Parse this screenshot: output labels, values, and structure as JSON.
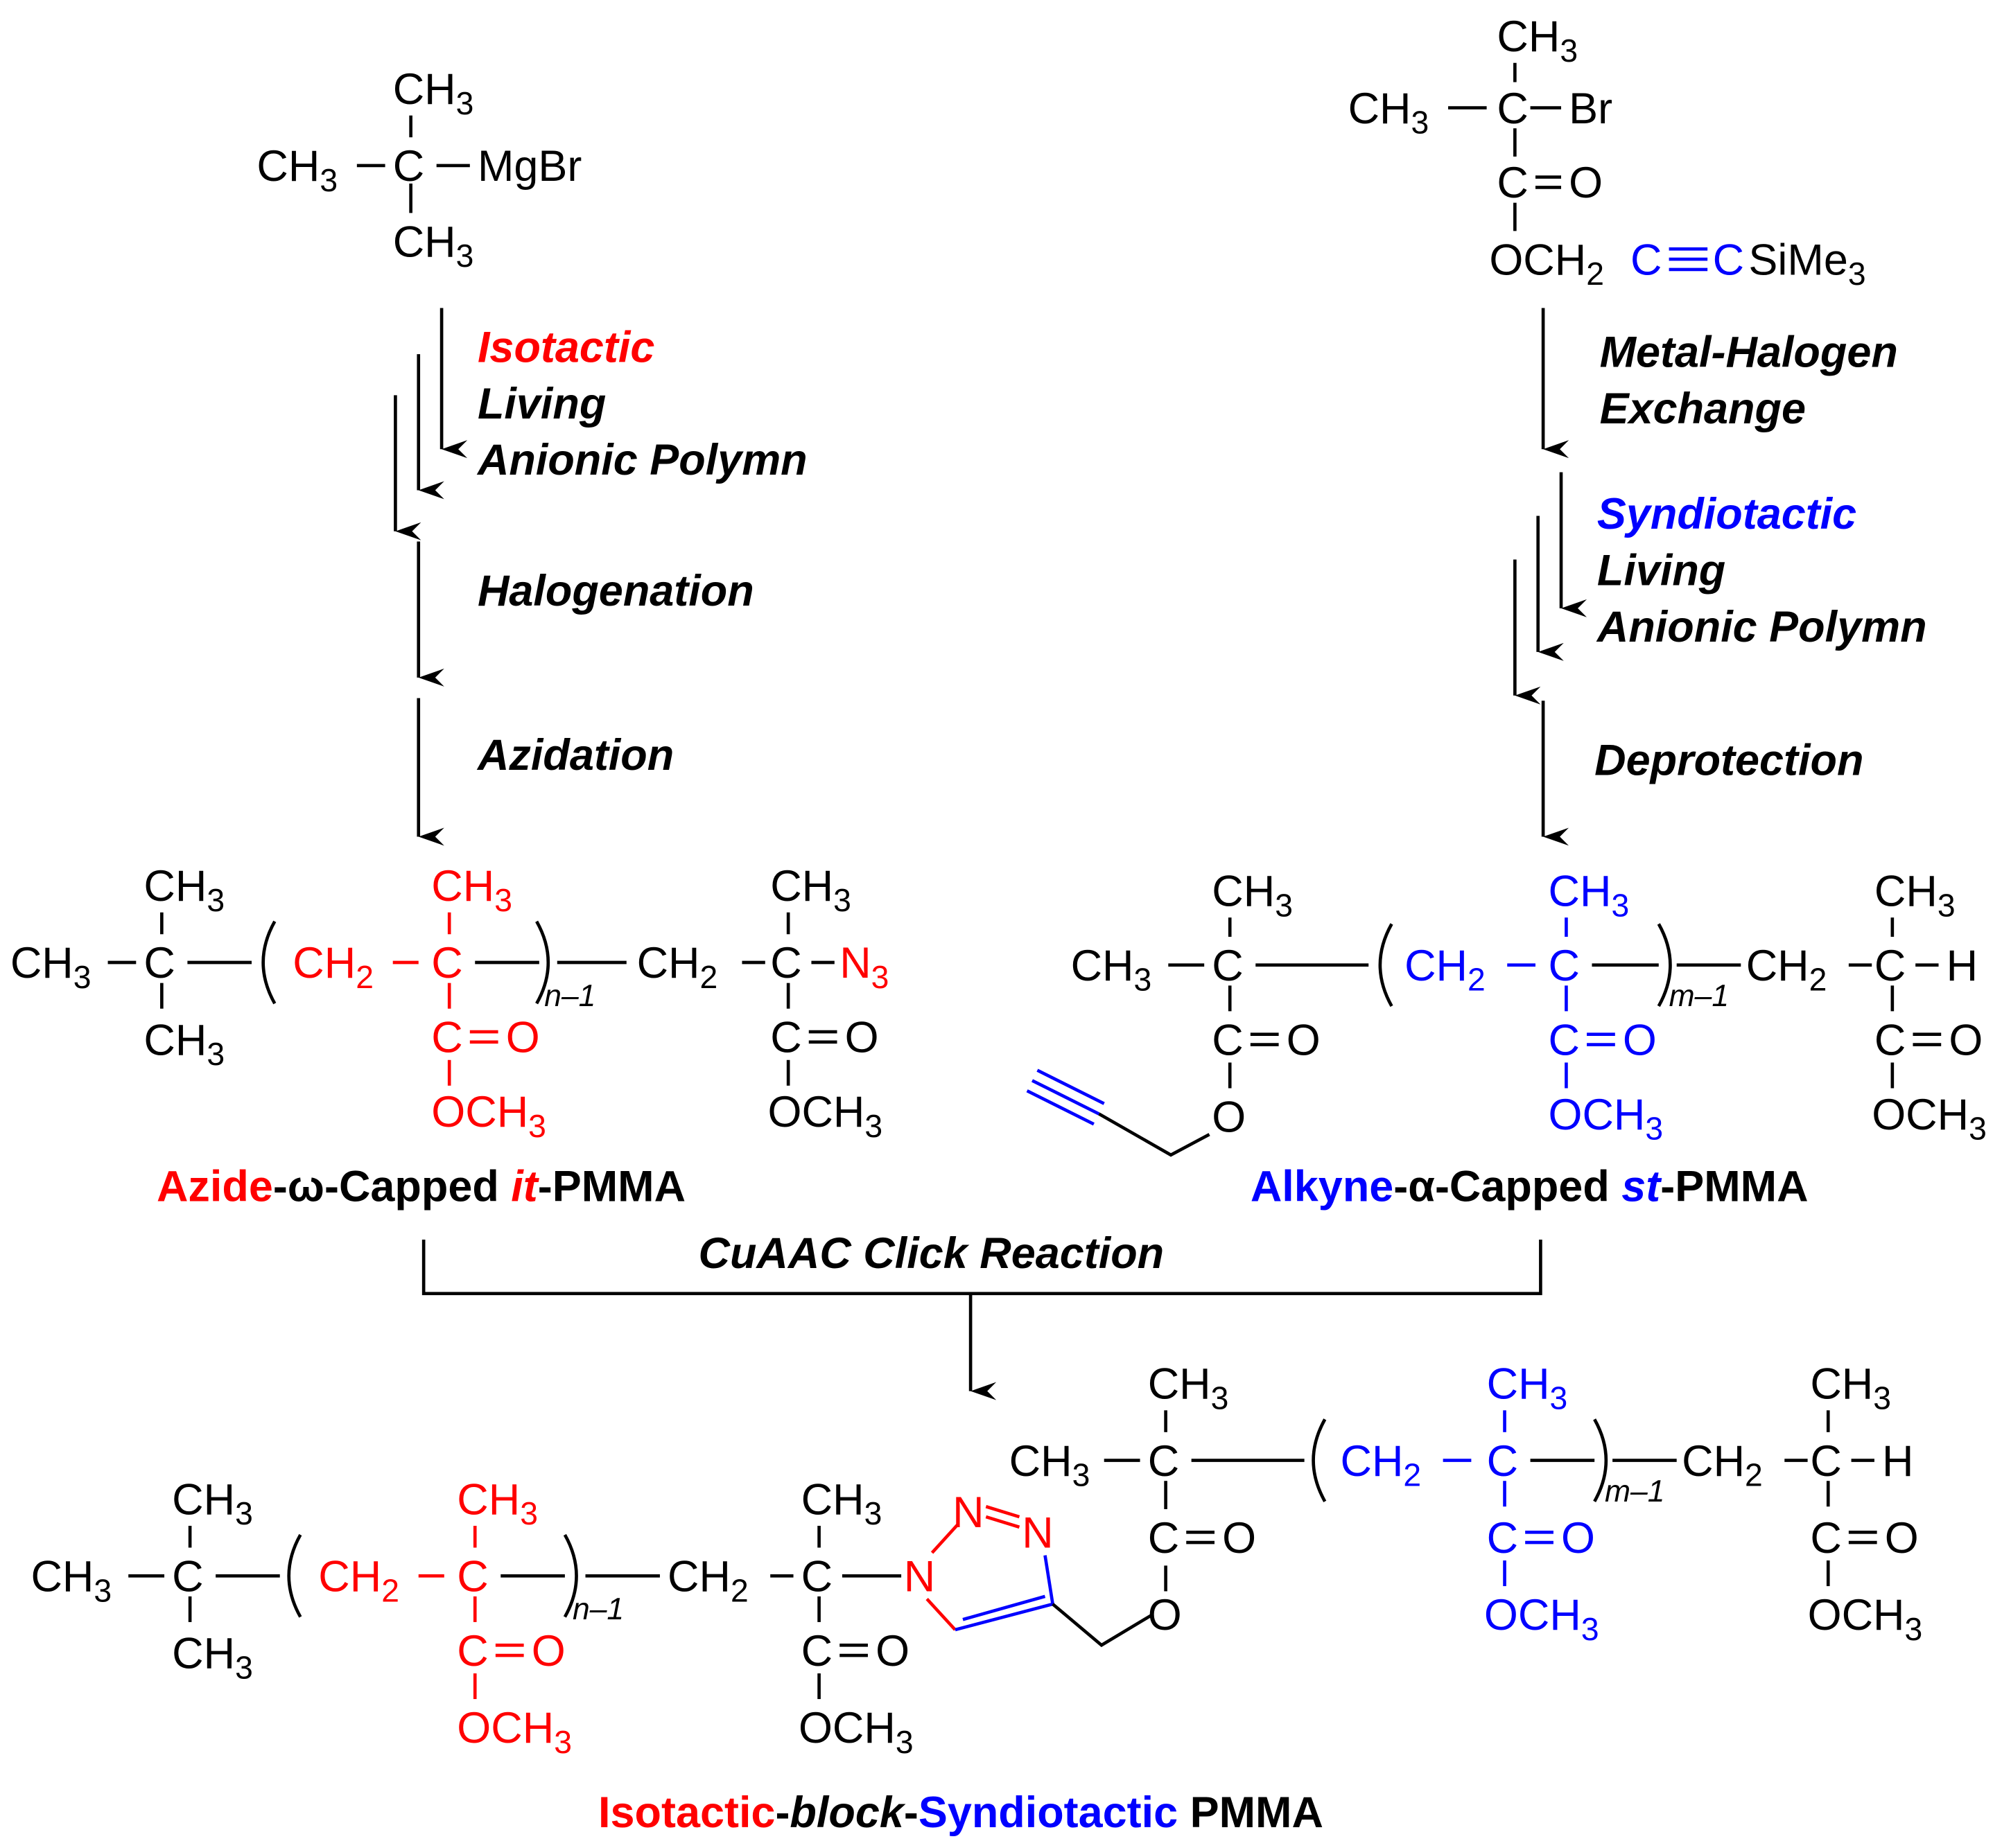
{
  "colors": {
    "black": "#000000",
    "isotactic_red": "#ff0000",
    "syndiotactic_blue": "#0000ff"
  },
  "reagents": {
    "grignard": {
      "ch3": "CH",
      "sub3": "3",
      "c": "C",
      "mgbr": "MgBr"
    },
    "initiator": {
      "ch3": "CH",
      "sub3": "3",
      "c": "C",
      "br": "Br",
      "o": "O",
      "och2": "OCH",
      "sub2": "2",
      "csi": "SiMe",
      "alkyne_c": "C"
    }
  },
  "steps": {
    "left": [
      "Isotactic",
      "Living",
      "Anionic Polymn",
      "Halogenation",
      "Azidation"
    ],
    "right": [
      "Metal-Halogen",
      "Exchange",
      "Syndiotactic",
      "Living",
      "Anionic Polymn",
      "Deprotection"
    ],
    "click": "CuAAC Click Reaction"
  },
  "polymer": {
    "ch2": "CH",
    "och3": "OCH",
    "n3": "N",
    "h": "H",
    "n": "N",
    "n_minus_1": "n–1",
    "m_minus_1": "m–1"
  },
  "labels": {
    "azide_part1": "Azide",
    "azide_part2": "-ω-Capped ",
    "azide_part3": "it",
    "azide_part4": "-PMMA",
    "alkyne_part1": "Alkyne",
    "alkyne_part2": "-α-Capped ",
    "alkyne_part3": "st",
    "alkyne_part4": "-PMMA",
    "final_part1": "Isotactic",
    "final_part2": "-",
    "final_part3": "block",
    "final_part4": "-",
    "final_part5": "Syndiotactic",
    "final_part6": " PMMA"
  }
}
